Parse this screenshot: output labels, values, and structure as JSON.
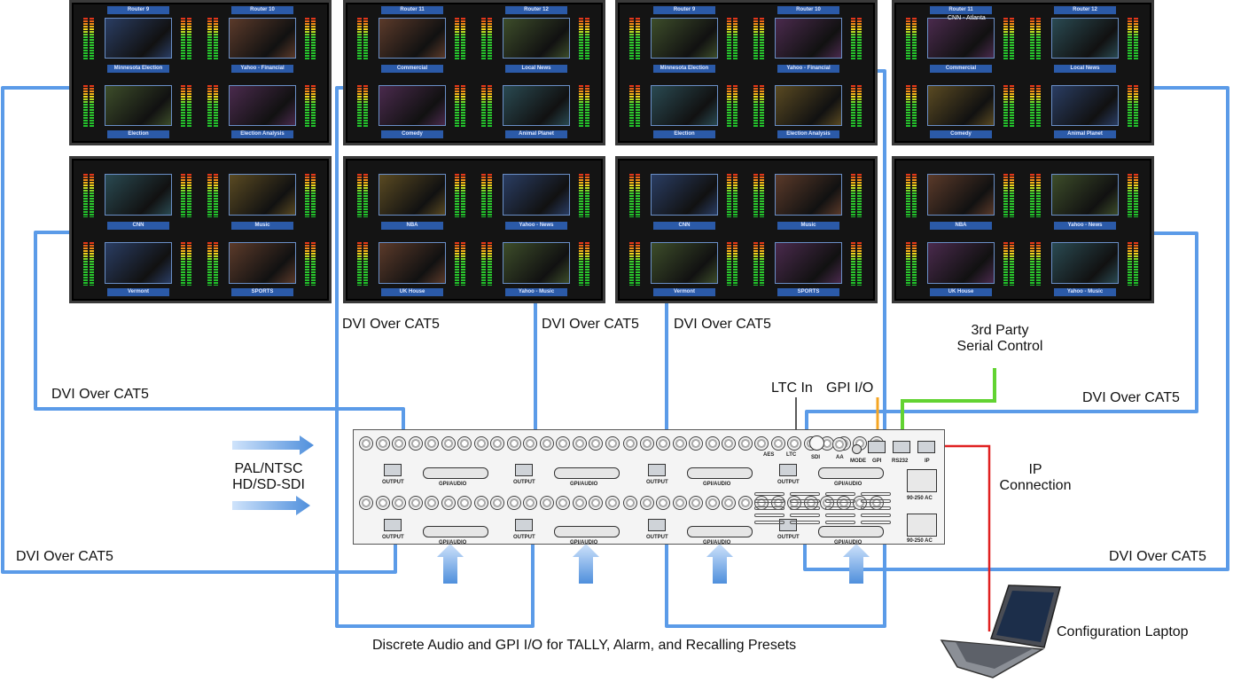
{
  "labels": {
    "dvi_top_left": "DVI Over CAT5",
    "dvi_top_mid": "DVI Over CAT5",
    "dvi_top_right": "DVI Over CAT5",
    "dvi_left_mid": "DVI Over CAT5",
    "dvi_left_low": "DVI Over CAT5",
    "dvi_right_mid": "DVI Over CAT5",
    "dvi_right_low": "DVI Over CAT5",
    "input_formats_1": "PAL/NTSC",
    "input_formats_2": "HD/SD-SDI",
    "ltc_in": "LTC In",
    "gpi_io": "GPI I/O",
    "serial_1": "3rd Party",
    "serial_2": "Serial Control",
    "ip_1": "IP",
    "ip_2": "Connection",
    "laptop": "Configuration Laptop",
    "footer": "Discrete Audio and GPI I/O for TALLY, Alarm, and Recalling Presets"
  },
  "rack_labels": {
    "output": "OUTPUT",
    "gpi_audio": "GPI/AUDIO",
    "aes": "AES",
    "ltc": "LTC",
    "sdi": "SDI",
    "aa": "AA",
    "mode": "MODE",
    "gpi": "GPI",
    "rs232": "RS232",
    "ip": "IP",
    "power": "90-250 AC"
  },
  "monitors": [
    {
      "tiles": [
        "Router 9",
        "Router 10",
        "Minnesota Election",
        "Yahoo - Financial",
        "Election",
        "Election Analysis"
      ]
    },
    {
      "tiles": [
        "Router 11",
        "Router 12",
        "Commercial",
        "Local News",
        "Comedy",
        "Animal Planet"
      ]
    },
    {
      "tiles": [
        "Router 9",
        "Router 10",
        "Minnesota Election",
        "Yahoo - Financial",
        "Election",
        "Election Analysis"
      ]
    },
    {
      "tiles": [
        "Router 11",
        "Router 12",
        "Commercial",
        "Local News",
        "Comedy",
        "Animal Planet"
      ]
    },
    {
      "tiles": [
        "CNN",
        "Music",
        "Vermont",
        "SPORTS"
      ]
    },
    {
      "tiles": [
        "NBA",
        "Yahoo - News",
        "UK House",
        "Yahoo - Music"
      ]
    },
    {
      "tiles": [
        "CNN",
        "Music",
        "Vermont",
        "SPORTS"
      ]
    },
    {
      "tiles": [
        "NBA",
        "Yahoo - News",
        "UK House",
        "Yahoo - Music"
      ]
    }
  ],
  "monitor_overlay": "CNN - Atlanta",
  "colors": {
    "cable_blue": "#5b9be8",
    "ip_red": "#e02020",
    "serial_green": "#62d332",
    "gpi_orange": "#f5a623"
  }
}
